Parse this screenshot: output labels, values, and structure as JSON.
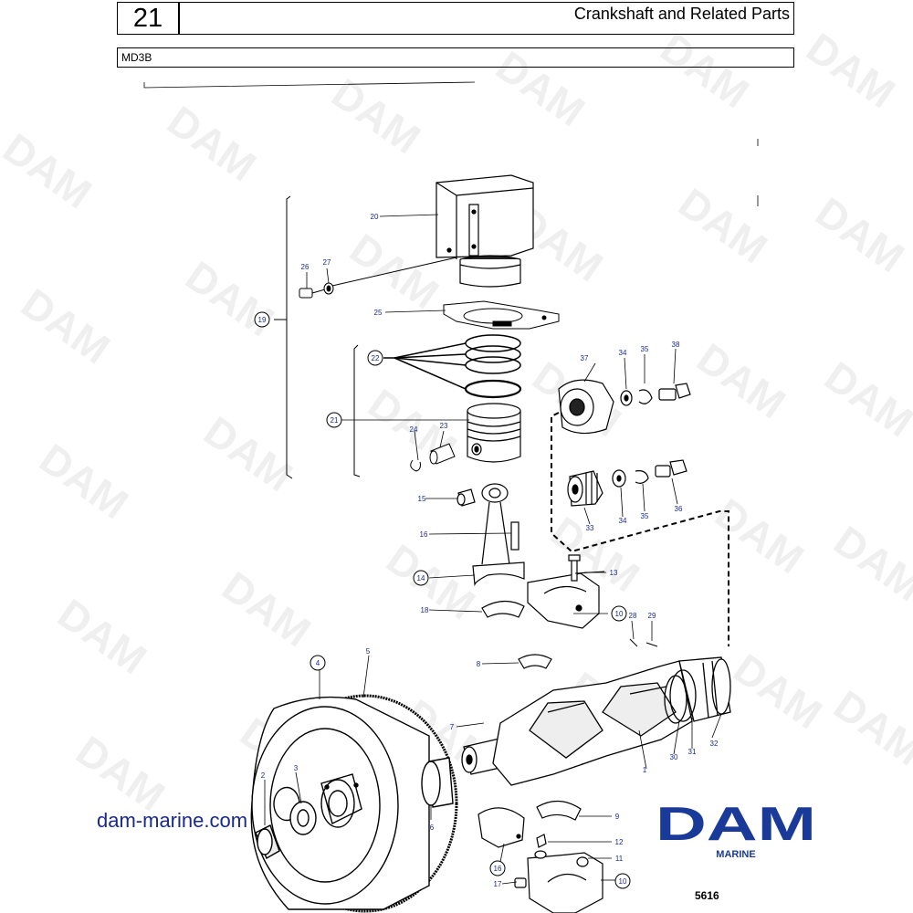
{
  "header": {
    "sheet_number": "21",
    "title": "Crankshaft and Related Parts",
    "model": "MD3B"
  },
  "watermark": "DAM",
  "part_labels": {
    "p1": "1",
    "p2": "2",
    "p3": "3",
    "p4": "4",
    "p5": "5",
    "p6": "6",
    "p7": "7",
    "p8": "8",
    "p9": "9",
    "p10a": "10",
    "p10b": "10",
    "p11": "11",
    "p12": "12",
    "p13": "13",
    "p14": "14",
    "p15": "15",
    "p16a": "16",
    "p16b": "16",
    "p17": "17",
    "p18": "18",
    "p19": "19",
    "p20": "20",
    "p21": "21",
    "p22": "22",
    "p23": "23",
    "p24": "24",
    "p25": "25",
    "p26": "26",
    "p27": "27",
    "p28": "28",
    "p29": "29",
    "p30": "30",
    "p31": "31",
    "p32": "32",
    "p33": "33",
    "p34a": "34",
    "p34b": "34",
    "p35a": "35",
    "p35b": "35",
    "p36": "36",
    "p37": "37",
    "p38": "38"
  },
  "footer": {
    "website": "dam-marine.com",
    "logo_text": "DAM",
    "logo_subtext": "MARINE",
    "drawing_number": "5616"
  },
  "colors": {
    "label_blue": "#1a2a8a",
    "brand_blue": "#1a3a9a"
  }
}
